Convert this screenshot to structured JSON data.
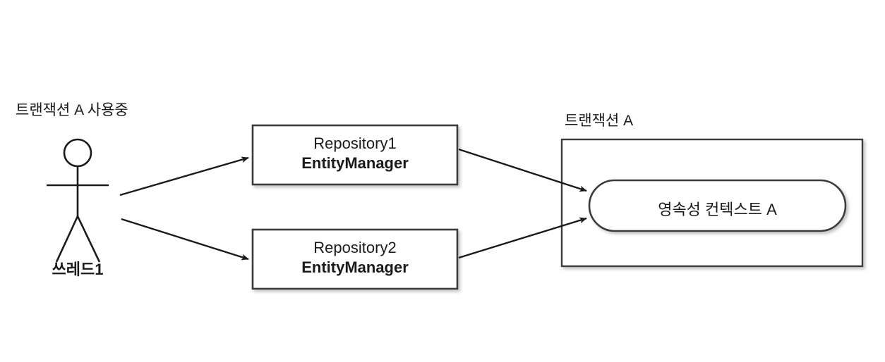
{
  "diagram": {
    "title": "",
    "colors": {
      "background": "#ffffff",
      "stroke": "#1a1a1a",
      "shape_stroke": "#3a3a3a",
      "text": "#1a1a1a"
    },
    "actor": {
      "caption": "트랜잭션 A 사용중",
      "name": "쓰레드1"
    },
    "components": [
      {
        "id": "repository1",
        "title": "Repository1",
        "subtitle": "EntityManager"
      },
      {
        "id": "repository2",
        "title": "Repository2",
        "subtitle": "EntityManager"
      }
    ],
    "container": {
      "caption": "트랜잭션 A",
      "inner_label": "영속성 컨텍스트 A"
    },
    "connections": [
      {
        "from": "쓰레드1",
        "to": "Repository1"
      },
      {
        "from": "쓰레드1",
        "to": "Repository2"
      },
      {
        "from": "Repository1",
        "to": "영속성 컨텍스트 A"
      },
      {
        "from": "Repository2",
        "to": "영속성 컨텍스트 A"
      }
    ]
  }
}
